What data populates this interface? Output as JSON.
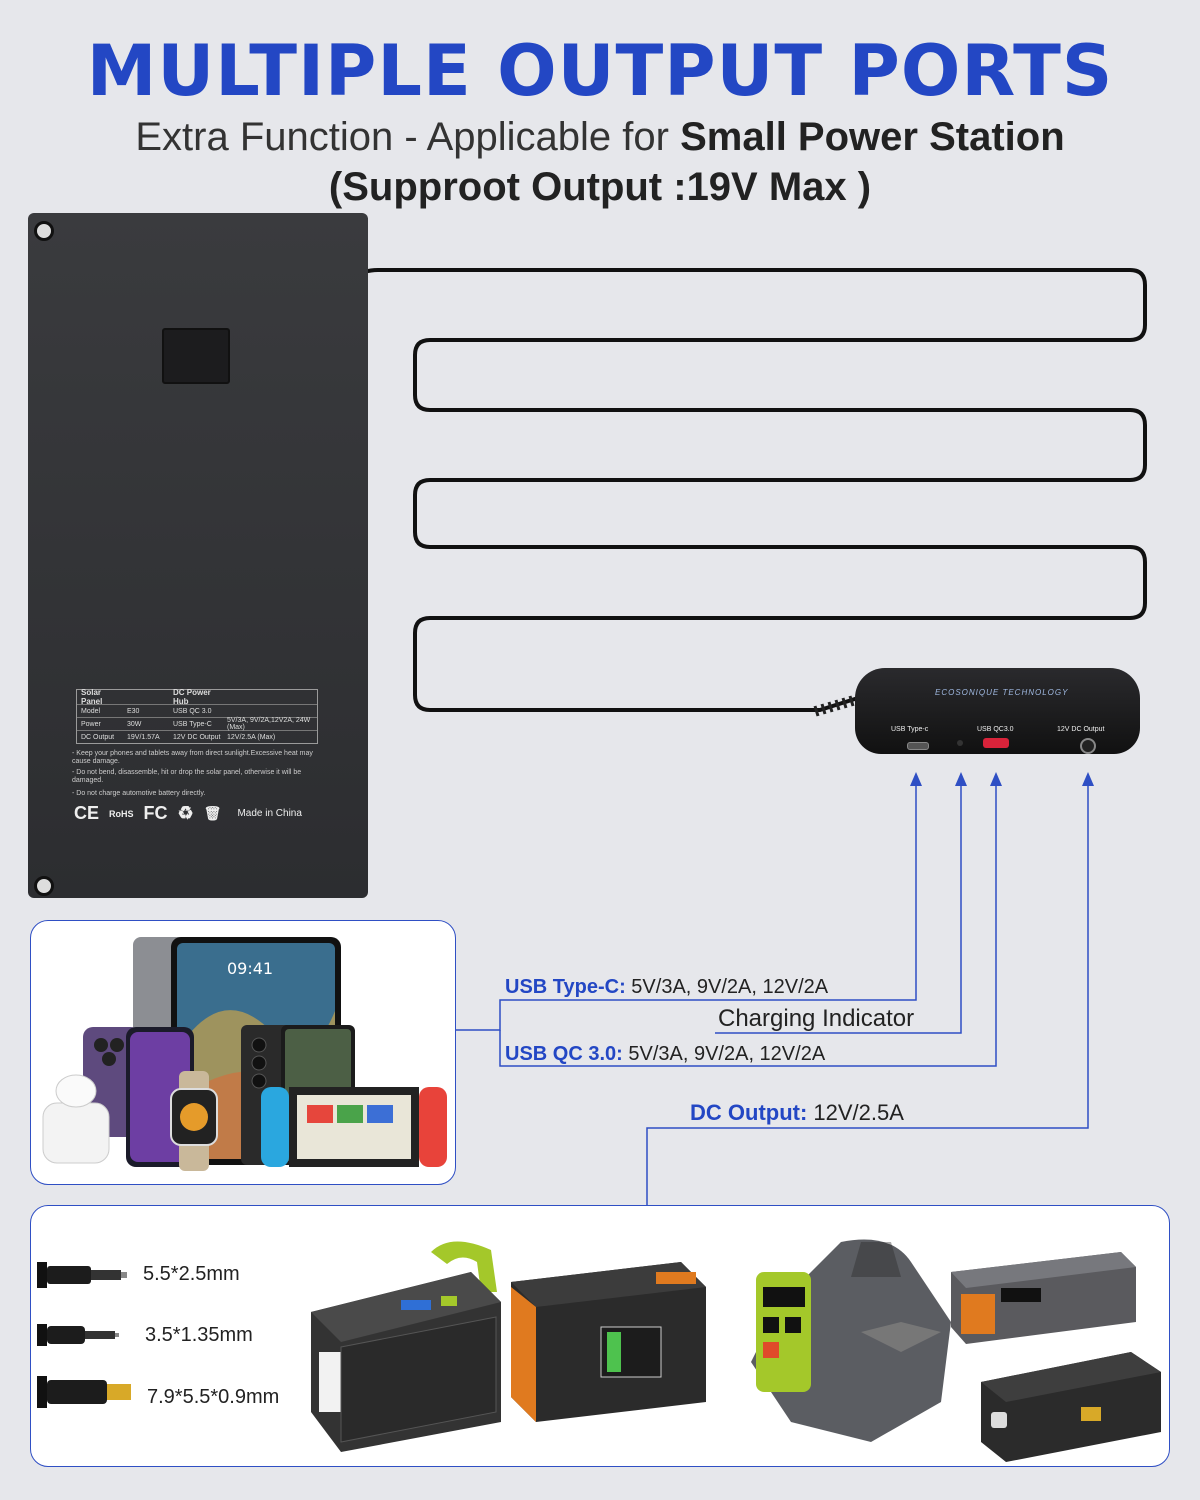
{
  "header": {
    "title": "MULTIPLE OUTPUT PORTS",
    "subtitle_prefix": "Extra Function - Applicable for ",
    "subtitle_bold": "Small Power Station",
    "subtitle_line2": "(Supproot Output :19V Max )"
  },
  "solar_panel": {
    "spec_table": {
      "headers": [
        "Solar Panel",
        "",
        "DC Power Hub",
        ""
      ],
      "rows": [
        [
          "Model",
          "E30",
          "USB QC 3.0",
          ""
        ],
        [
          "Power",
          "30W",
          "USB Type-C",
          "5V/3A, 9V/2A,12V2A, 24W (Max)"
        ],
        [
          "DC Output",
          "19V/1.57A",
          "12V DC Output",
          "12V/2.5A (Max)"
        ]
      ]
    },
    "warnings": [
      "- Keep your phones and tablets away from direct sunlight.Excessive heat may cause damage.",
      "- Do not bend, disassemble, hit or drop the solar panel, otherwise it will be damaged.",
      "- Do not charge automotive battery directly."
    ],
    "cert_marks": [
      "CE",
      "RoHS",
      "FC"
    ],
    "made_in": "Made in China"
  },
  "hub": {
    "brand": "ECOSONIQUE TECHNOLOGY",
    "port_labels": [
      "USB Type-c",
      "USB QC3.0",
      "12V DC Output"
    ]
  },
  "outputs": {
    "usb_c_key": "USB Type-C:",
    "usb_c_val": " 5V/3A, 9V/2A, 12V/2A",
    "indicator": "Charging Indicator",
    "qc_key": "USB QC 3.0:",
    "qc_val": " 5V/3A, 9V/2A, 12V/2A",
    "dc_key": "DC Output:",
    "dc_val": " 12V/2.5A"
  },
  "devices_card": {
    "tablet_time": "09:41"
  },
  "adapters": [
    {
      "size": "5.5*2.5mm"
    },
    {
      "size": "3.5*1.35mm"
    },
    {
      "size": "7.9*5.5*0.9mm"
    }
  ],
  "colors": {
    "accent": "#2347c4",
    "background": "#e6e7eb",
    "panel": "#2e2f32"
  }
}
